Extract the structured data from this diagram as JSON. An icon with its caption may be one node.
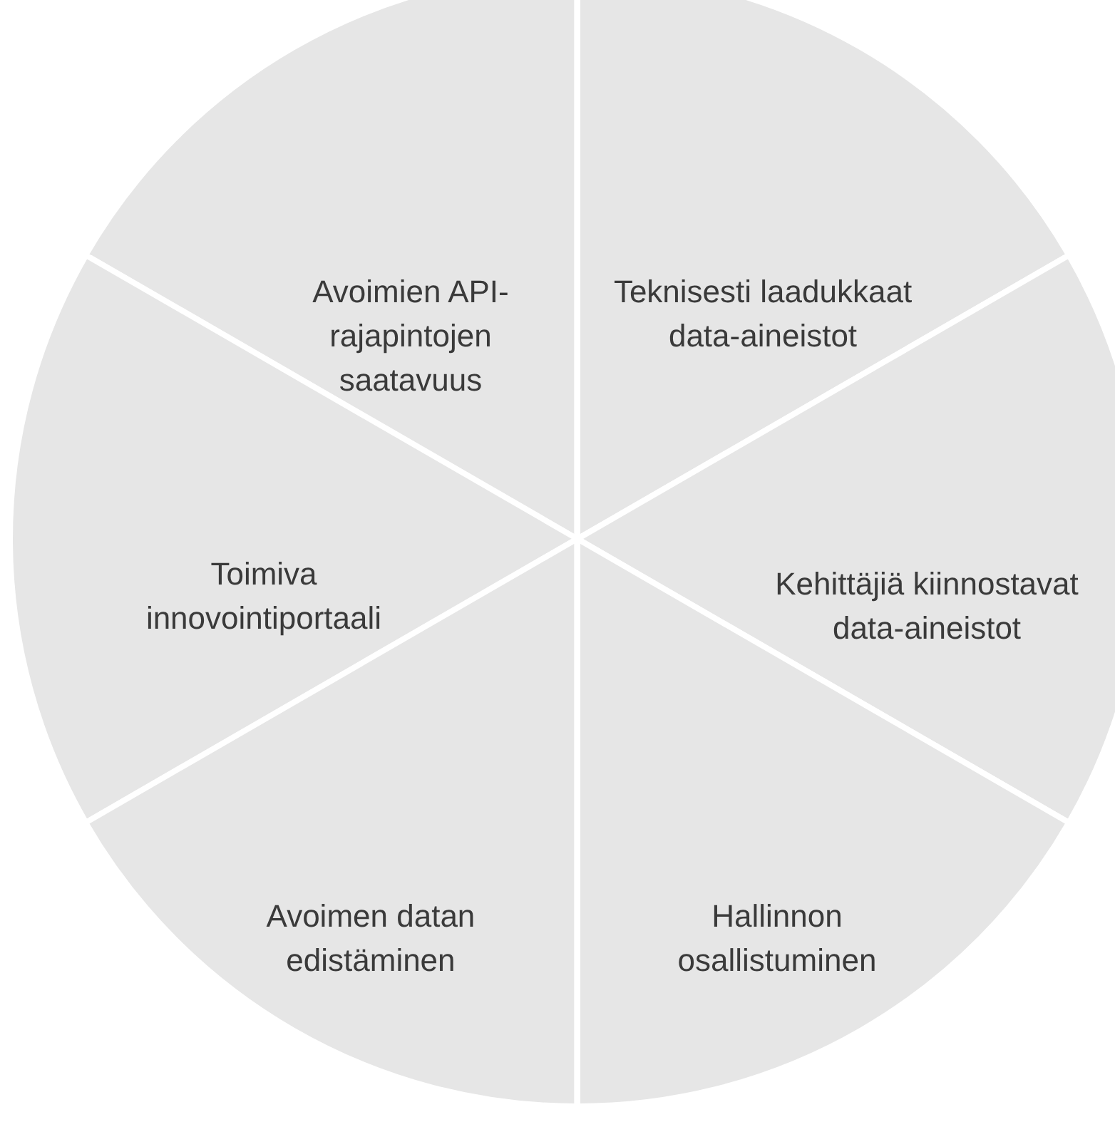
{
  "diagram": {
    "nodes": [
      {
        "text": [
          "Avoimien API-rajapintojen saatavuus"
        ]
      },
      {
        "text": [
          "Teknisesti laadukkaat data-aineistot"
        ]
      },
      {
        "text": [
          "Toimiva innovointiportaali"
        ]
      },
      {
        "text": [
          "Kehittäjiä kiinnostavat data-aineistot"
        ]
      },
      {
        "text": [
          "Avoimen datan edistäminen"
        ]
      },
      {
        "text": [
          "Hallinnon osallistuminen"
        ]
      }
    ]
  }
}
